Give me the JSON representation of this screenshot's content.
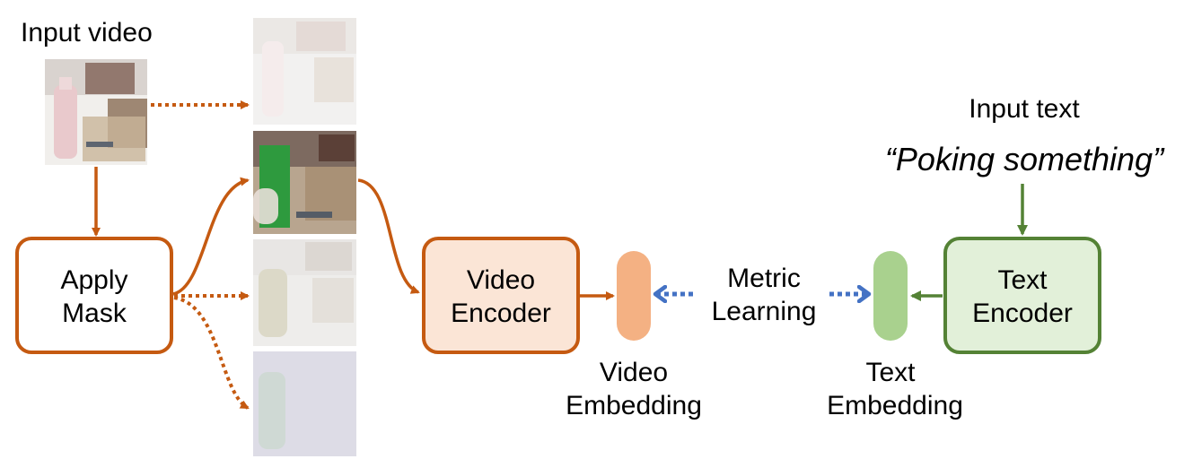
{
  "input_video_label": "Input video",
  "apply_mask": {
    "line1": "Apply",
    "line2": "Mask"
  },
  "video_encoder": {
    "line1": "Video",
    "line2": "Encoder"
  },
  "text_encoder": {
    "line1": "Text",
    "line2": "Encoder"
  },
  "metric_learning": {
    "line1": "Metric",
    "line2": "Learning"
  },
  "video_embedding": {
    "line1": "Video",
    "line2": "Embedding"
  },
  "text_embedding": {
    "line1": "Text",
    "line2": "Embedding"
  },
  "input_text_label": "Input text",
  "input_text_quote": "“Poking something”",
  "colors": {
    "orange_stroke": "#c55a11",
    "video_encoder_fill": "#fbe5d6",
    "video_embedding_fill": "#f4b183",
    "green_stroke": "#548235",
    "text_encoder_fill": "#e2f0d9",
    "text_embedding_fill": "#a9d18e",
    "metric_arrow": "#4472c4",
    "mask_green": "#2e9a3e"
  }
}
